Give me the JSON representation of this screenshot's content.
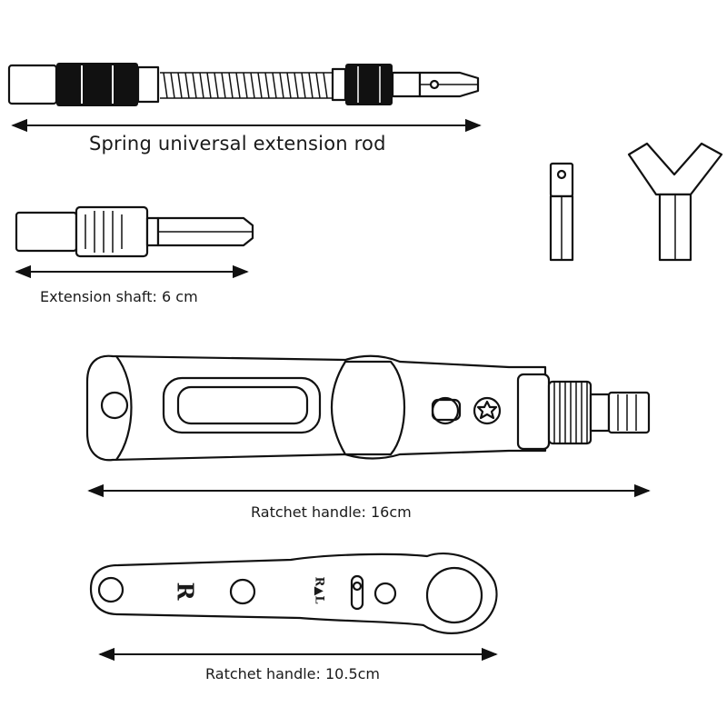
{
  "labels": {
    "spring_rod": "Spring universal extension rod",
    "extension_shaft": "Extension shaft: 6 cm",
    "ratchet_large": "Ratchet handle: 16cm",
    "ratchet_small": "Ratchet handle: 10.5cm"
  },
  "ratchet_small_marks": {
    "left_letter": "R",
    "right_letters": "R▲L"
  }
}
